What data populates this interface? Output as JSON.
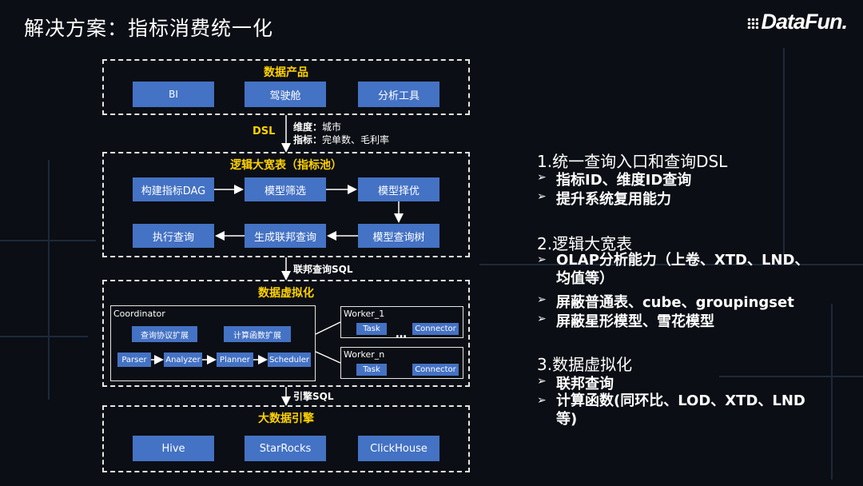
{
  "title": "解决方案：指标消费统一化",
  "logo": "DataFun.",
  "data_product": {
    "title": "数据产品",
    "items": [
      "BI",
      "驾驶舱",
      "分析工具"
    ]
  },
  "dsl": {
    "label": "DSL",
    "dim_label": "维度：",
    "dim_value": "城市",
    "metric_label": "指标：",
    "metric_value": "完单数、毛利率"
  },
  "logical_table": {
    "title": "逻辑大宽表（指标池）",
    "row1": [
      "构建指标DAG",
      "模型筛选",
      "模型择优"
    ],
    "row2": [
      "执行查询",
      "生成联邦查询",
      "模型查询树"
    ]
  },
  "federated_sql": "联邦查询SQL",
  "virtualization": {
    "title": "数据虚拟化",
    "coordinator": "Coordinator",
    "ext": [
      "查询协议扩展",
      "计算函数扩展"
    ],
    "pipeline": [
      "Parser",
      "Analyzer",
      "Planner",
      "Scheduler"
    ],
    "worker1": "Worker_1",
    "workern": "Worker_n",
    "task": "Task",
    "connector": "Connector",
    "ellipsis": "…"
  },
  "engine_sql": "引擎SQL",
  "bigdata": {
    "title": "大数据引擎",
    "items": [
      "Hive",
      "StarRocks",
      "ClickHouse"
    ]
  },
  "right": {
    "s1_head": "1.统一查询入口和查询DSL",
    "s1_items": [
      "指标ID、维度ID查询",
      "提升系统复用能力"
    ],
    "s2_head": "2.逻辑大宽表",
    "s2_items": [
      "OLAP分析能力（上卷、XTD、LND、均值等）",
      "屏蔽普通表、cube、groupingset",
      "屏蔽星形模型、雪花模型"
    ],
    "s3_head": "3.数据虚拟化",
    "s3_items": [
      "联邦查询",
      "计算函数(同环比、LOD、XTD、LND等)"
    ]
  }
}
